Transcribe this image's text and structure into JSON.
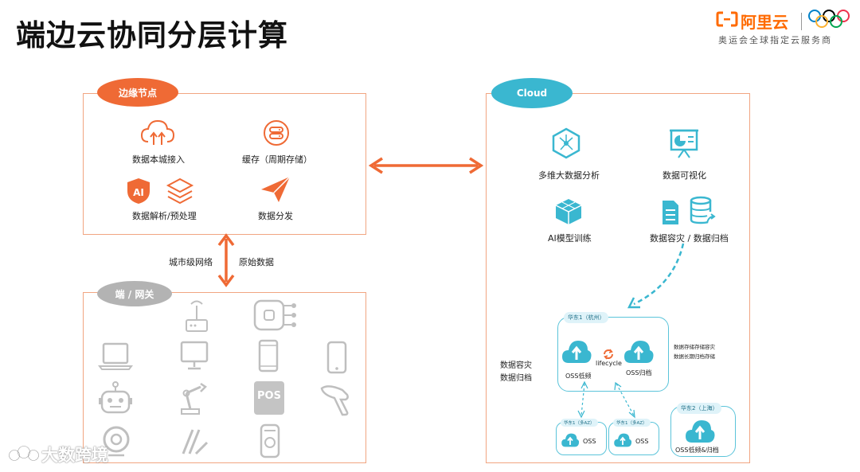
{
  "title": "端边云协同分层计算",
  "brand": {
    "name": "阿里云",
    "subtitle": "奥运会全球指定云服务商"
  },
  "edge": {
    "tag": "边缘节点",
    "items": [
      "数据本城接入",
      "缓存（周期存储）",
      "数据解析/预处理",
      "数据分发"
    ]
  },
  "cloud": {
    "tag": "Cloud",
    "items": [
      "多维大数据分析",
      "数据可视化",
      "AI模型训练",
      "数据容灾 / 数据归档"
    ],
    "side_labels": [
      "数据容灾",
      "数据归档"
    ],
    "region1": {
      "tag": "华东1（杭州）",
      "oss_left": "OSS低频",
      "oss_right": "OSS归档",
      "lifecycle": "lifecycle",
      "notes": [
        "数据存储存储容灾",
        "数据长期归档存储"
      ]
    },
    "zones": [
      {
        "tag": "华东1（多AZ）",
        "label": "OSS"
      },
      {
        "tag": "华东1（多AZ）",
        "label": "OSS"
      }
    ],
    "region2": {
      "tag": "华东2（上海）",
      "label": "OSS低频&归档"
    }
  },
  "link_labels": {
    "left": "城市级网络",
    "right": "原始数据"
  },
  "device": {
    "tag": "端 / 网关",
    "pos_label": "POS"
  },
  "watermark": "大数跨境",
  "colors": {
    "orange": "#ef6a35",
    "teal": "#3ab7d0",
    "gray": "#bfbfbf",
    "panel_border": "#f1a581"
  }
}
